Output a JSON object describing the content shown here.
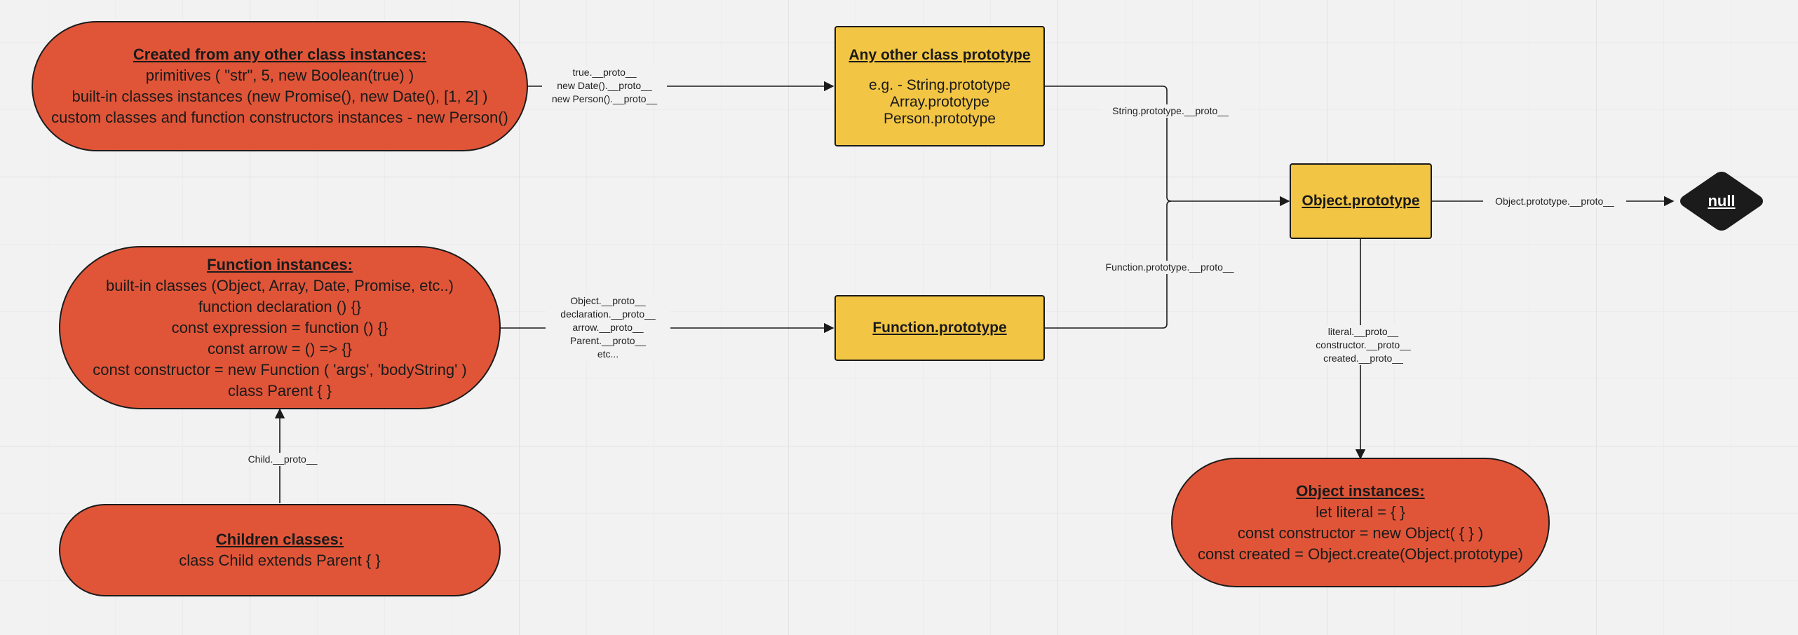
{
  "nodes": {
    "other_instances": {
      "title": "Created from any other class instances:",
      "lines": [
        "primitives ( \"str\", 5, new Boolean(true) )",
        "built-in classes instances  (new Promise(), new Date(), [1, 2] )",
        "custom classes and function constructors instances - new Person()"
      ]
    },
    "function_instances": {
      "title": "Function instances:",
      "lines": [
        "built-in classes (Object, Array, Date, Promise, etc..)",
        "function declaration () {}",
        "const expression = function () {}",
        "const arrow = () => {}",
        "const constructor = new Function ( 'args', 'bodyString' )",
        "class Parent { }"
      ]
    },
    "children_classes": {
      "title": "Children classes:",
      "lines": [
        "class Child extends Parent { }"
      ]
    },
    "any_other_prototype": {
      "title": "Any other class prototype",
      "lines": [
        "e.g. - String.prototype",
        "Array.prototype",
        "Person.prototype"
      ]
    },
    "function_prototype": {
      "title": "Function.prototype"
    },
    "object_prototype": {
      "title": "Object.prototype"
    },
    "null_node": {
      "title": "null"
    },
    "object_instances": {
      "title": "Object instances:",
      "lines": [
        "let literal = { }",
        "const constructor = new Object( { } )",
        "const created = Object.create(Object.prototype)"
      ]
    }
  },
  "edges": {
    "other_to_proto": [
      "true.__proto__",
      "new Date().__proto__",
      "new Person().__proto__"
    ],
    "func_to_funcproto": [
      "Object.__proto__",
      "declaration.__proto__",
      "arrow.__proto__",
      "Parent.__proto__",
      "etc..."
    ],
    "child_to_parent": [
      "Child.__proto__"
    ],
    "string_proto": [
      "String.prototype.__proto__"
    ],
    "function_proto": [
      "Function.prototype.__proto__"
    ],
    "object_proto_to_null": [
      "Object.prototype.__proto__"
    ],
    "objproto_to_instances": [
      "literal.__proto__",
      "constructor.__proto__",
      "created.__proto__"
    ]
  },
  "colors": {
    "instance_fill": "#e05538",
    "prototype_fill": "#f3c544",
    "null_fill": "#1b1b1b",
    "stroke": "#1b1b1b"
  }
}
